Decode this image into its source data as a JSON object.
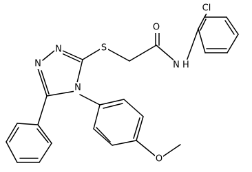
{
  "structure": {
    "atom_labels": {
      "cl": "Cl",
      "o_carbonyl": "O",
      "nh": "N H",
      "s": "S",
      "n1": "N",
      "n2": "N",
      "n4": "N",
      "o_methoxy": "O"
    },
    "colors": {
      "bond": "#000000",
      "label": "#000000",
      "background": "#ffffff"
    }
  }
}
